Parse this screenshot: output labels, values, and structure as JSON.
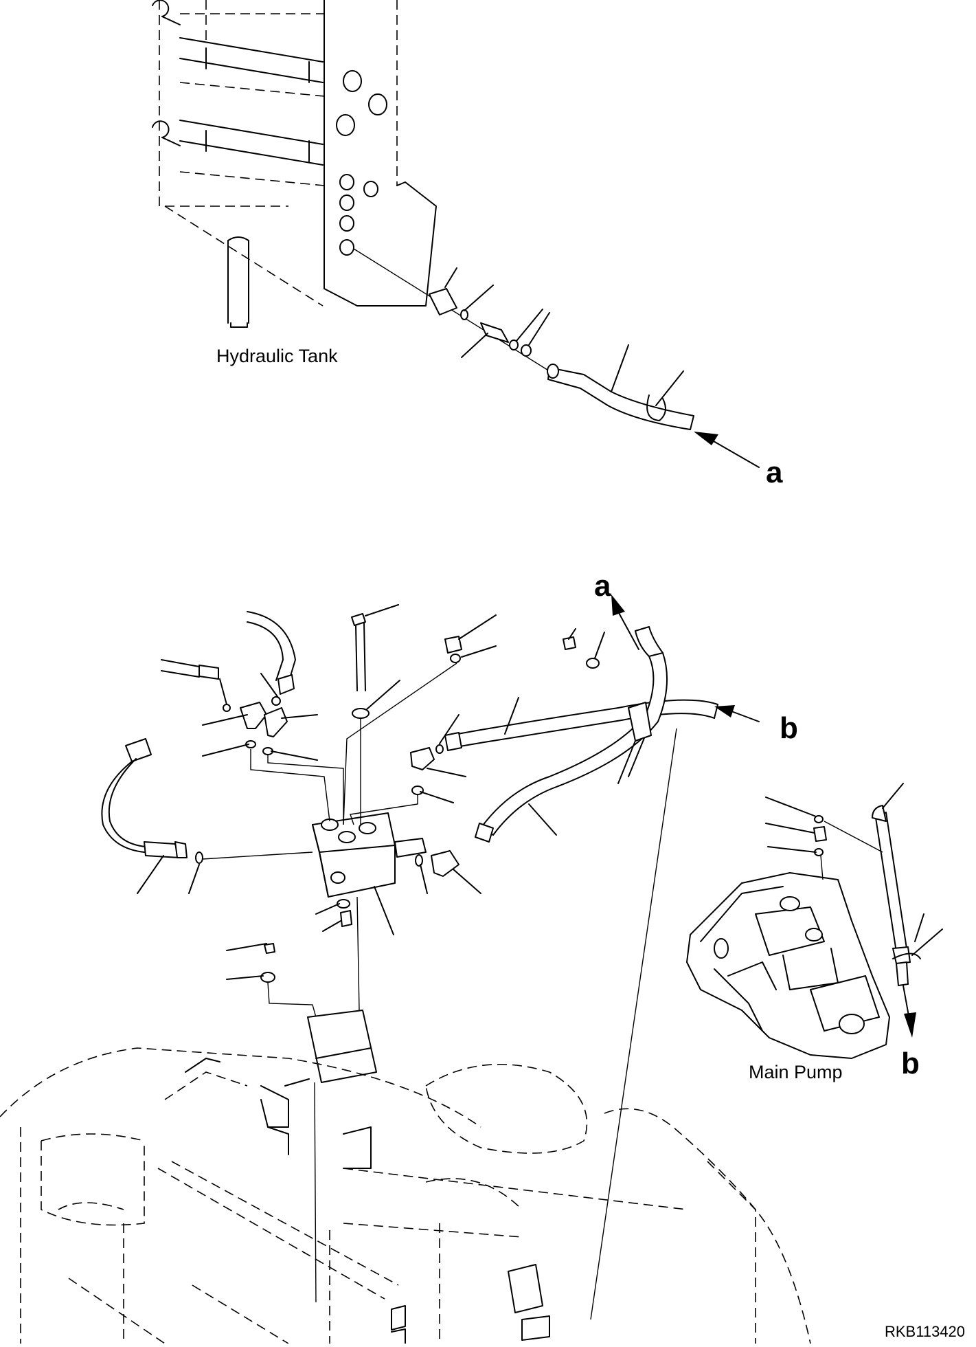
{
  "labels": {
    "hydraulic_tank": "Hydraulic Tank",
    "main_pump": "Main Pump",
    "ref_a_upper": "a",
    "ref_a_lower": "a",
    "ref_b_mid": "b",
    "ref_b_pump": "b",
    "drawing_code": "RKB113420"
  }
}
